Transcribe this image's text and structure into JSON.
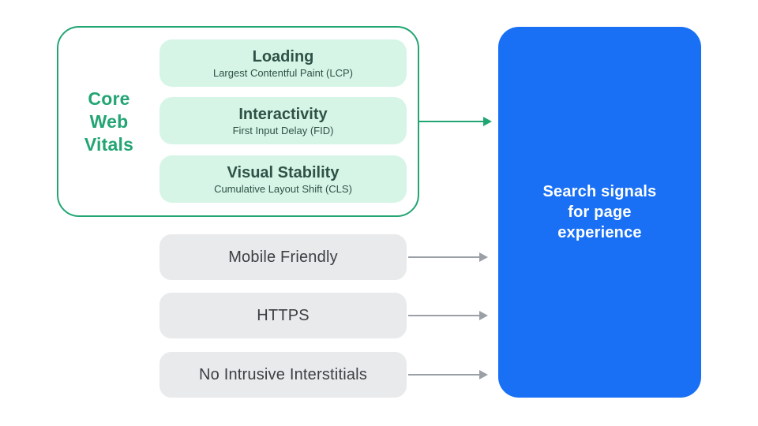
{
  "colors": {
    "green": "#23a573",
    "green_light": "#d6f5e6",
    "gray_box": "#e9eaec",
    "gray_arrow": "#9aa0a6",
    "blue": "#1a70f5",
    "text_dark": "#3c4043",
    "text_green_dark": "#2e5247",
    "white": "#ffffff"
  },
  "cwv": {
    "label": "Core\nWeb\nVitals",
    "cards": [
      {
        "title": "Loading",
        "subtitle": "Largest Contentful Paint (LCP)"
      },
      {
        "title": "Interactivity",
        "subtitle": "First Input Delay (FID)"
      },
      {
        "title": "Visual Stability",
        "subtitle": "Cumulative Layout Shift (CLS)"
      }
    ]
  },
  "other_signals": [
    {
      "label": "Mobile Friendly"
    },
    {
      "label": "HTTPS"
    },
    {
      "label": "No Intrusive Interstitials"
    }
  ],
  "result": {
    "label": "Search signals\nfor page\nexperience"
  }
}
